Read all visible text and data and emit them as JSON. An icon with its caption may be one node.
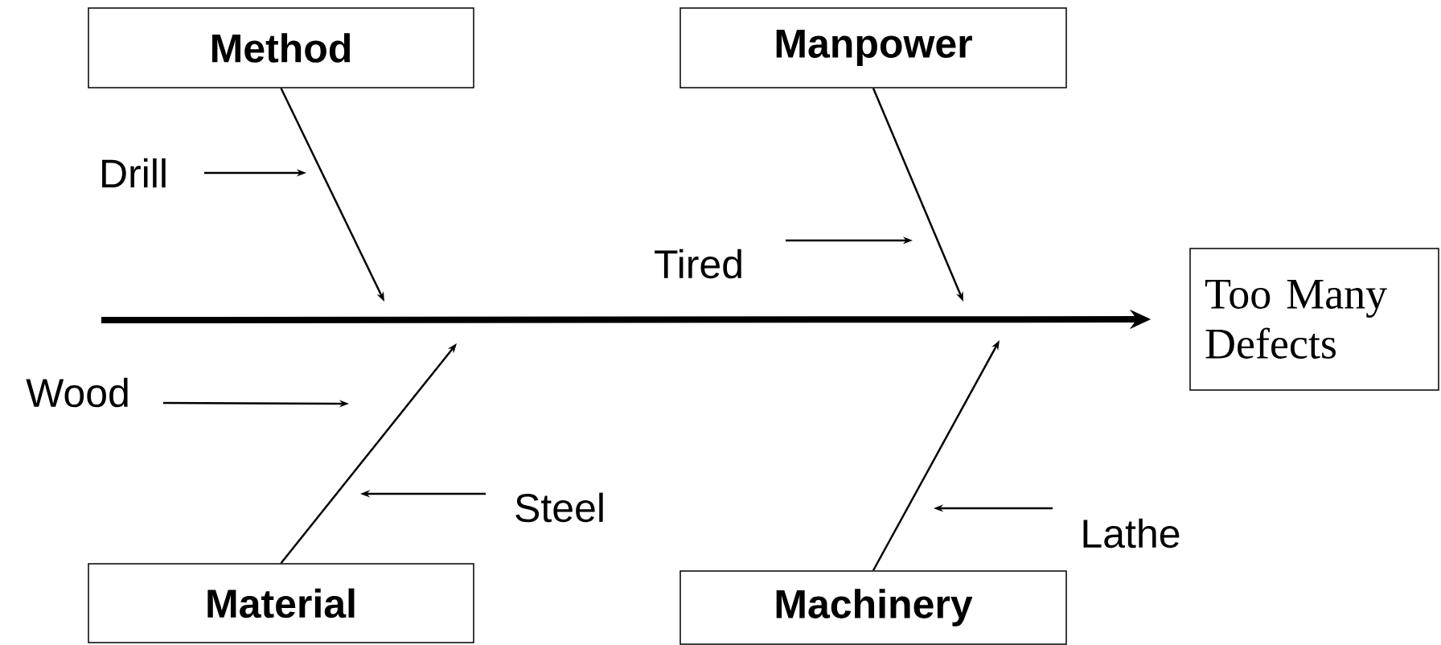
{
  "diagram": {
    "nodes": [
      {
        "text": [
          "Method"
        ]
      },
      {
        "text": [
          "Manpower"
        ]
      },
      {
        "text": [
          "Drill"
        ]
      },
      {
        "text": [
          "Tired"
        ]
      },
      {
        "text": [
          "Too Many Defects"
        ]
      },
      {
        "text": [
          "Wood"
        ]
      },
      {
        "text": [
          "Steel"
        ]
      },
      {
        "text": [
          "Material"
        ]
      },
      {
        "text": [
          "Lathe"
        ]
      },
      {
        "text": [
          "Machinery"
        ]
      }
    ],
    "edges": [
      {
        "from": null,
        "to": 4,
        "arrow": "to",
        "style": "thick"
      },
      {
        "from": 0,
        "to": null,
        "arrow": "to"
      },
      {
        "from": 1,
        "to": null,
        "arrow": "to"
      },
      {
        "from": 7,
        "to": null,
        "arrow": "to"
      },
      {
        "from": 9,
        "to": null,
        "arrow": "to"
      },
      {
        "from": 2,
        "to": null,
        "arrow": "to"
      },
      {
        "from": 3,
        "to": null,
        "arrow": "to"
      },
      {
        "from": 5,
        "to": null,
        "arrow": "to"
      },
      {
        "from": 6,
        "to": null,
        "arrow": "to"
      },
      {
        "from": 8,
        "to": null,
        "arrow": "to"
      }
    ]
  }
}
